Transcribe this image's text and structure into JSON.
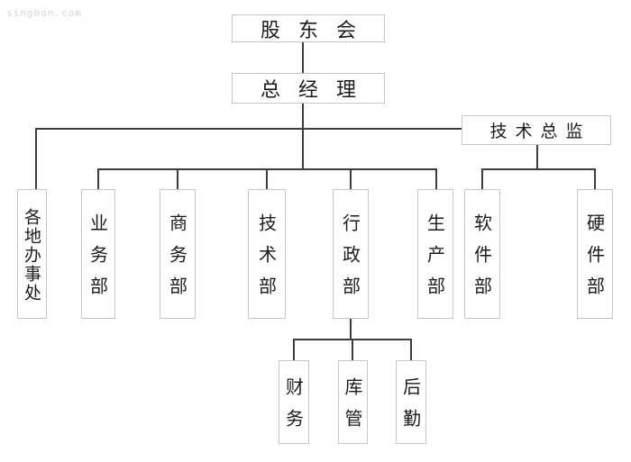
{
  "watermark": "singbon.com",
  "diagram": {
    "type": "org-chart",
    "nodes": {
      "shareholders": "股东会",
      "general_manager": "总经理",
      "tech_director": "技术总监",
      "regional_offices": "各地办事处",
      "business_dept": "业务部",
      "commerce_dept": "商务部",
      "technology_dept": "技术部",
      "admin_dept": "行政部",
      "production_dept": "生产部",
      "software_dept": "软件部",
      "hardware_dept": "硬件部",
      "finance": "财务",
      "warehouse": "库管",
      "logistics": "后勤"
    },
    "hierarchy": [
      {
        "parent": "股东会",
        "children": [
          "总经理"
        ]
      },
      {
        "parent": "总经理",
        "children": [
          "各地办事处",
          "业务部",
          "商务部",
          "技术部",
          "行政部",
          "生产部",
          "技术总监"
        ]
      },
      {
        "parent": "技术总监",
        "children": [
          "软件部",
          "硬件部"
        ]
      },
      {
        "parent": "行政部",
        "children": [
          "财务",
          "库管",
          "后勤"
        ]
      }
    ],
    "colors": {
      "line": "#3e3e3e",
      "box_border": "#c6c6c6",
      "text": "#1c1c1c",
      "watermark": "#ddd4d4",
      "background": "#ffffff"
    }
  }
}
